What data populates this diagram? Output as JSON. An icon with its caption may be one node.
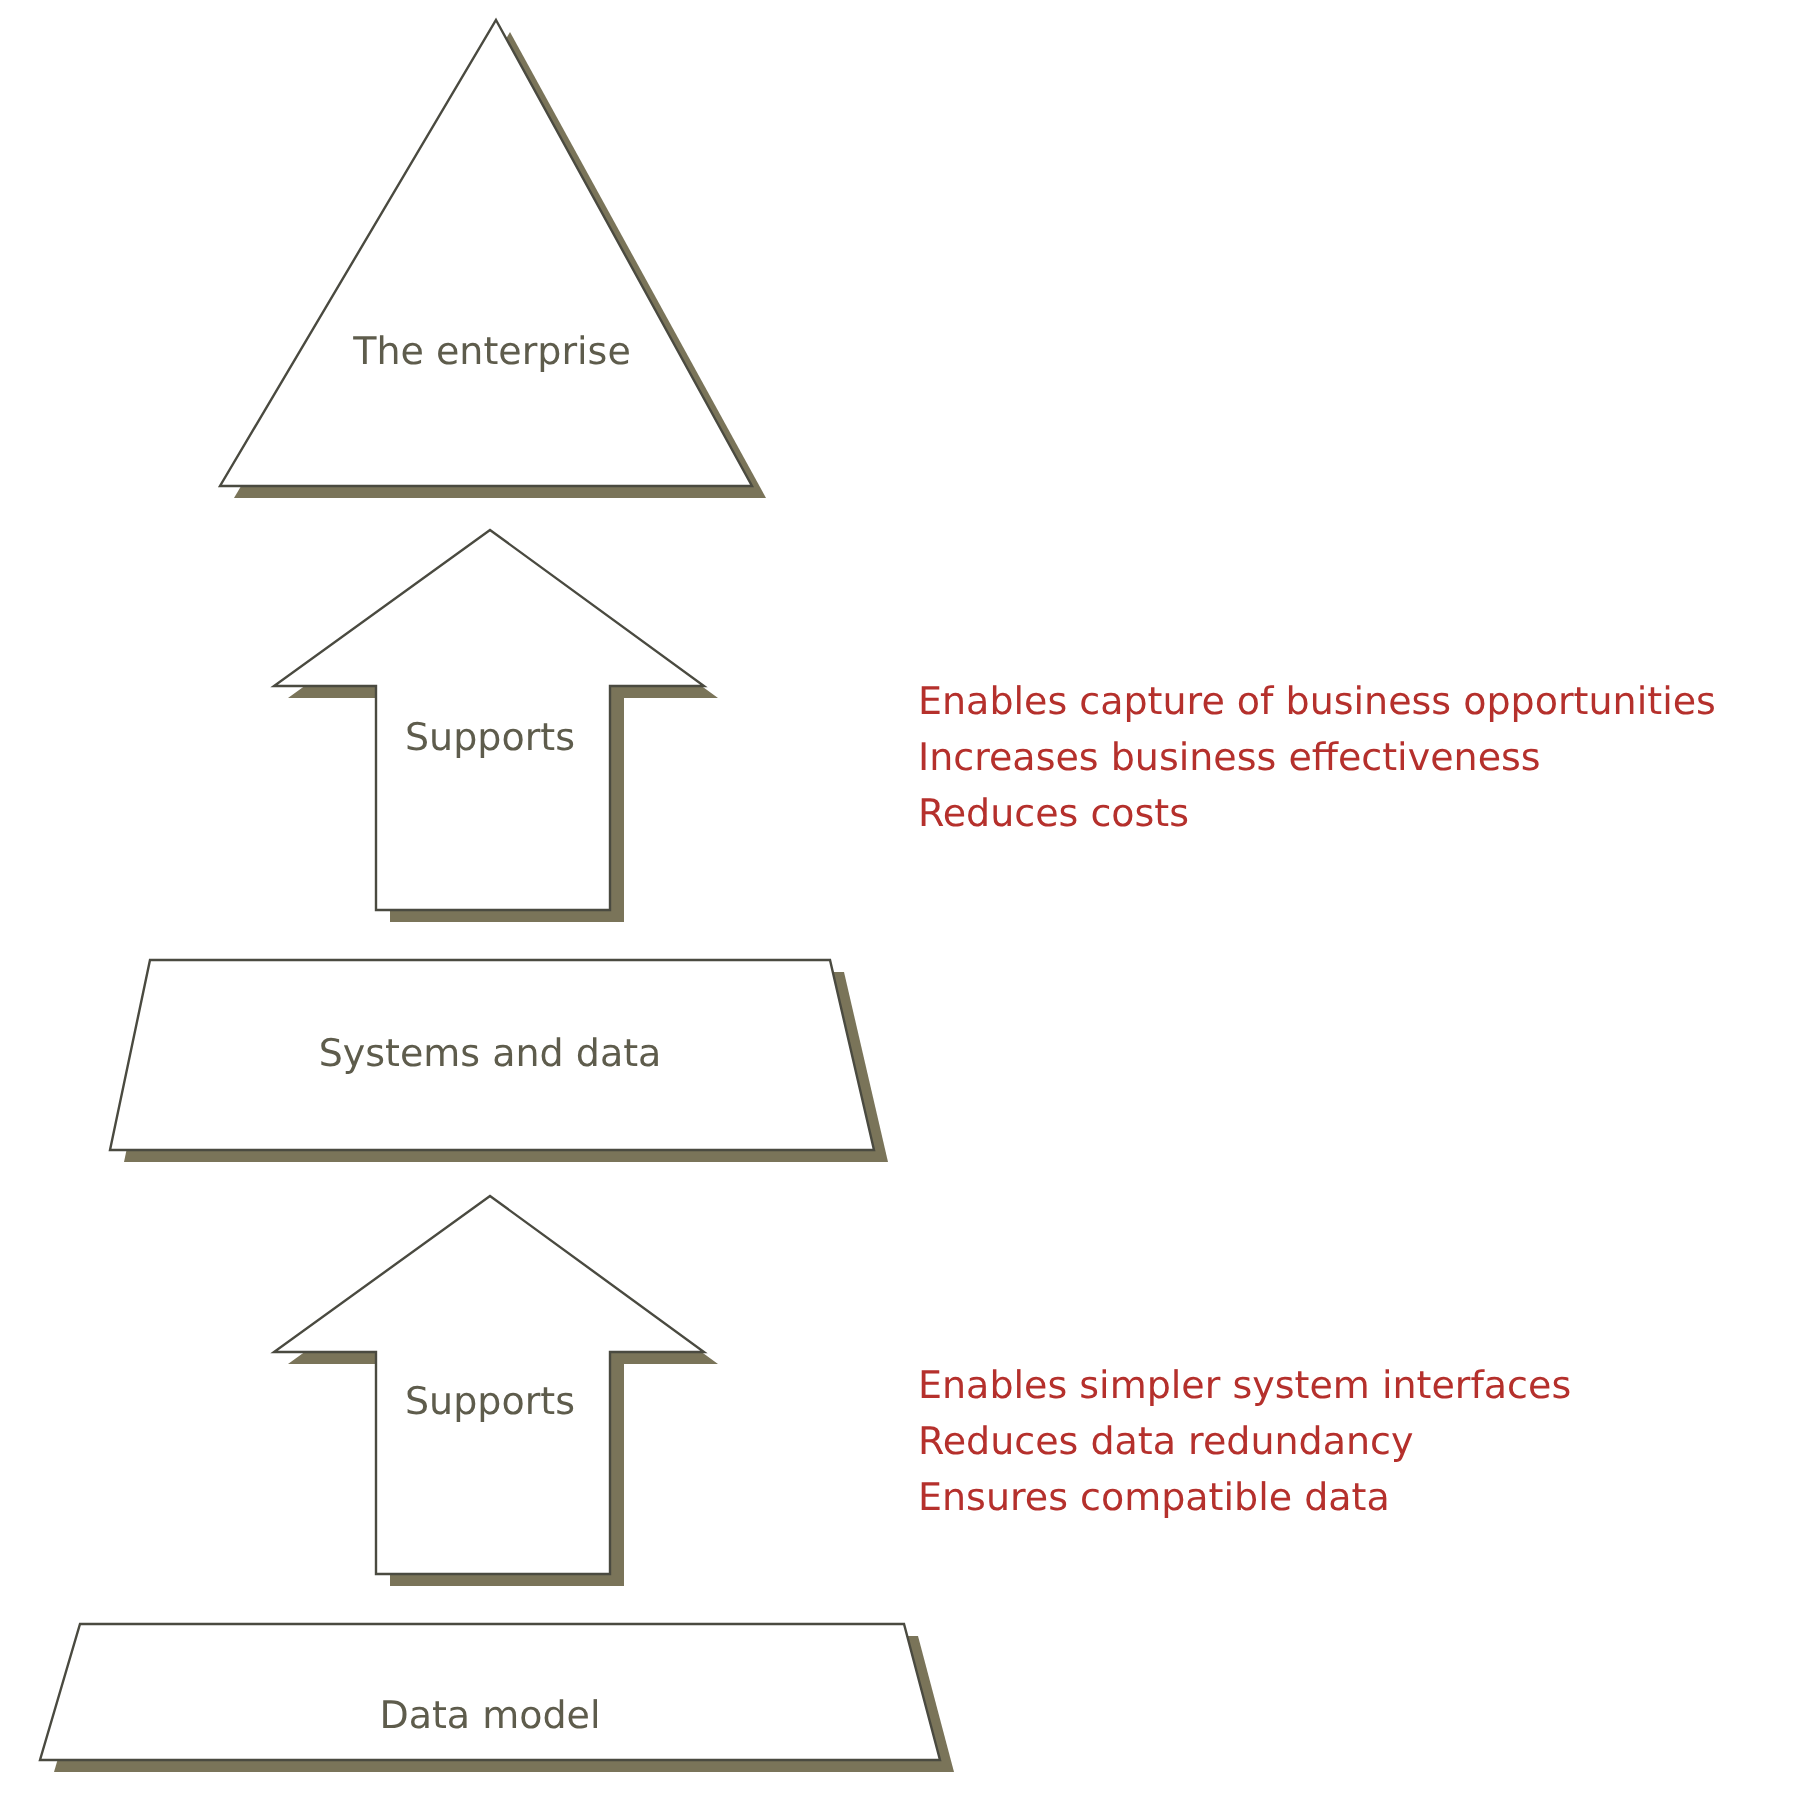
{
  "diagram": {
    "nodes": [
      {
        "text": [
          "The enterprise"
        ]
      },
      {
        "text": [
          "Supports"
        ]
      },
      {
        "text": [
          "Systems and data"
        ]
      },
      {
        "text": [
          "Supports"
        ]
      },
      {
        "text": [
          "Data model"
        ]
      }
    ],
    "labels": [
      "Enables capture of business opportunities",
      "Increases business effectiveness",
      "Reduces costs",
      "Enables simpler system interfaces",
      "Reduces data redundancy",
      "Ensures compatible data"
    ]
  }
}
